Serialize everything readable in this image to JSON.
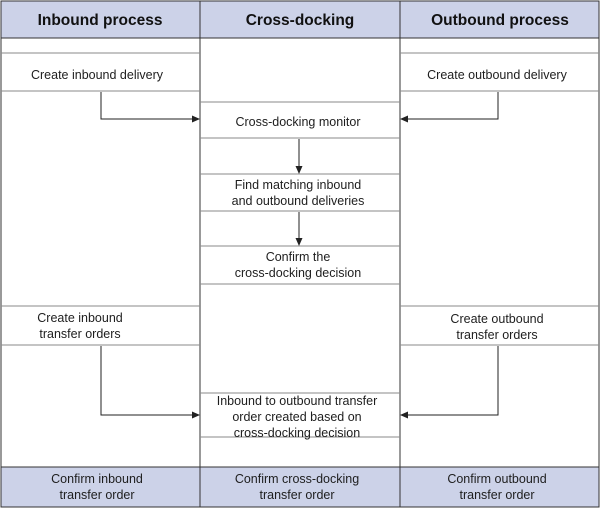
{
  "lanes": [
    {
      "title": "Inbound process"
    },
    {
      "title": "Cross-docking"
    },
    {
      "title": "Outbound process"
    }
  ],
  "steps": {
    "create_inbound_delivery": [
      "Create inbound delivery"
    ],
    "create_outbound_delivery": [
      "Create outbound delivery"
    ],
    "cross_docking_monitor": [
      "Cross-docking monitor"
    ],
    "find_matching": [
      "Find matching inbound",
      "and outbound deliveries"
    ],
    "confirm_decision": [
      "Confirm the",
      "cross-docking decision"
    ],
    "create_inbound_to": [
      "Create inbound",
      "transfer orders"
    ],
    "create_outbound_to": [
      "Create outbound",
      "transfer orders"
    ],
    "inbound_to_outbound_to": [
      "Inbound to outbound transfer",
      "order created based on",
      "cross-docking decision"
    ],
    "confirm_inbound_to": [
      "Confirm inbound",
      "transfer order"
    ],
    "confirm_cross_docking_to": [
      "Confirm cross-docking",
      "transfer order"
    ],
    "confirm_outbound_to": [
      "Confirm outbound",
      "transfer order"
    ]
  },
  "colors": {
    "band": "#ccd2e8",
    "border": "#333333"
  }
}
